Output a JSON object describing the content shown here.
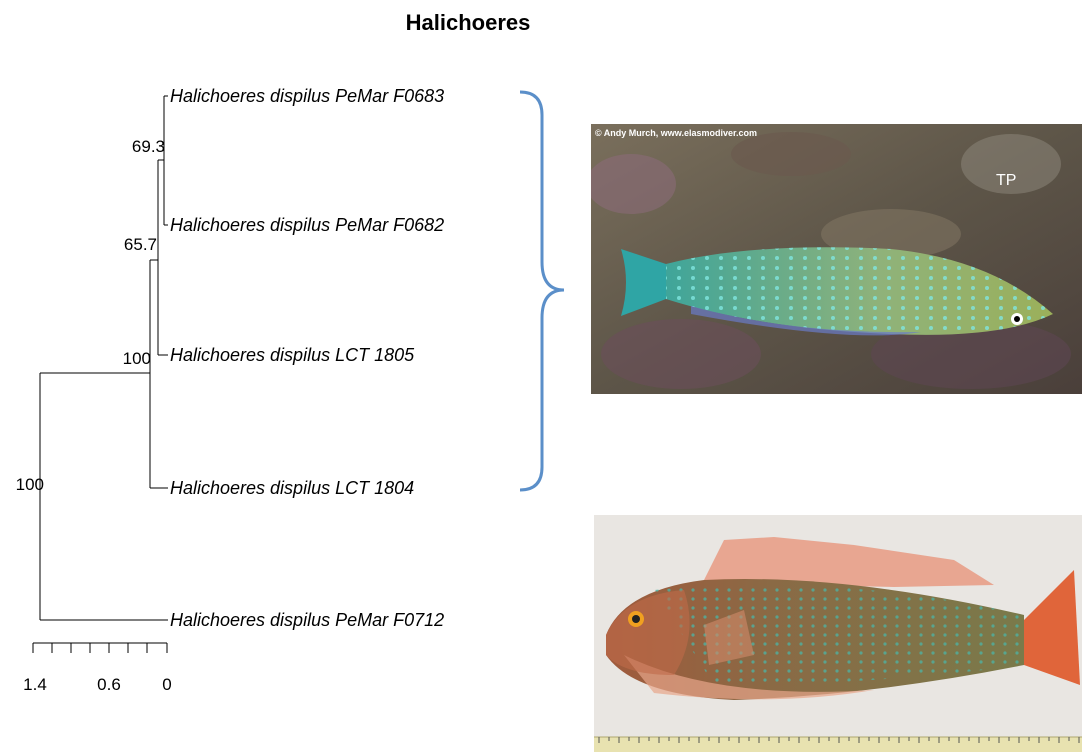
{
  "title": "Halichoeres",
  "tree": {
    "taxa": [
      "Halichoeres dispilus PeMar F0683",
      "Halichoeres dispilus PeMar F0682",
      "Halichoeres dispilus LCT 1805",
      "Halichoeres dispilus LCT 1804",
      "Halichoeres dispilus PeMar F0712"
    ],
    "support_values": [
      "69.3",
      "65.7",
      "100",
      "100"
    ],
    "scale": {
      "labels": [
        "1.4",
        "0.6",
        "0"
      ]
    }
  },
  "photos": {
    "top": {
      "credit": "© Andy Murch, www.elasmodiver.com",
      "label": "TP"
    }
  },
  "colors": {
    "bracket": "#5b8fc9"
  }
}
